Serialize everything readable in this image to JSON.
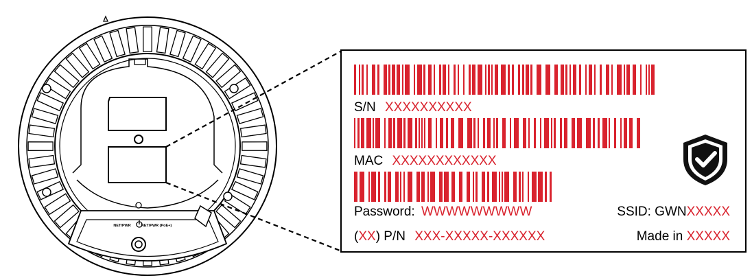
{
  "label": {
    "sn_key": "S/N",
    "sn_value": "XXXXXXXXXX",
    "mac_key": "MAC",
    "mac_value": "XXXXXXXXXXXX",
    "password_key": "Password:",
    "password_value": "WWWWWWWWW",
    "ssid_key": "SSID: GWN",
    "ssid_value": "XXXXX",
    "pn_open": "(",
    "pn_red": "XX",
    "pn_key": ") P/N",
    "pn_value": "XXX-XXXXX-XXXXXX",
    "made_key": "Made in",
    "made_value": "XXXXX"
  },
  "device": {
    "port_left_label": "NET/PWR",
    "port_right_label": "NET/PWR (PoE+)"
  },
  "colors": {
    "accent_red": "#d9232e",
    "line": "#000000"
  },
  "icons": [
    "shield-check-icon",
    "power-icon"
  ]
}
